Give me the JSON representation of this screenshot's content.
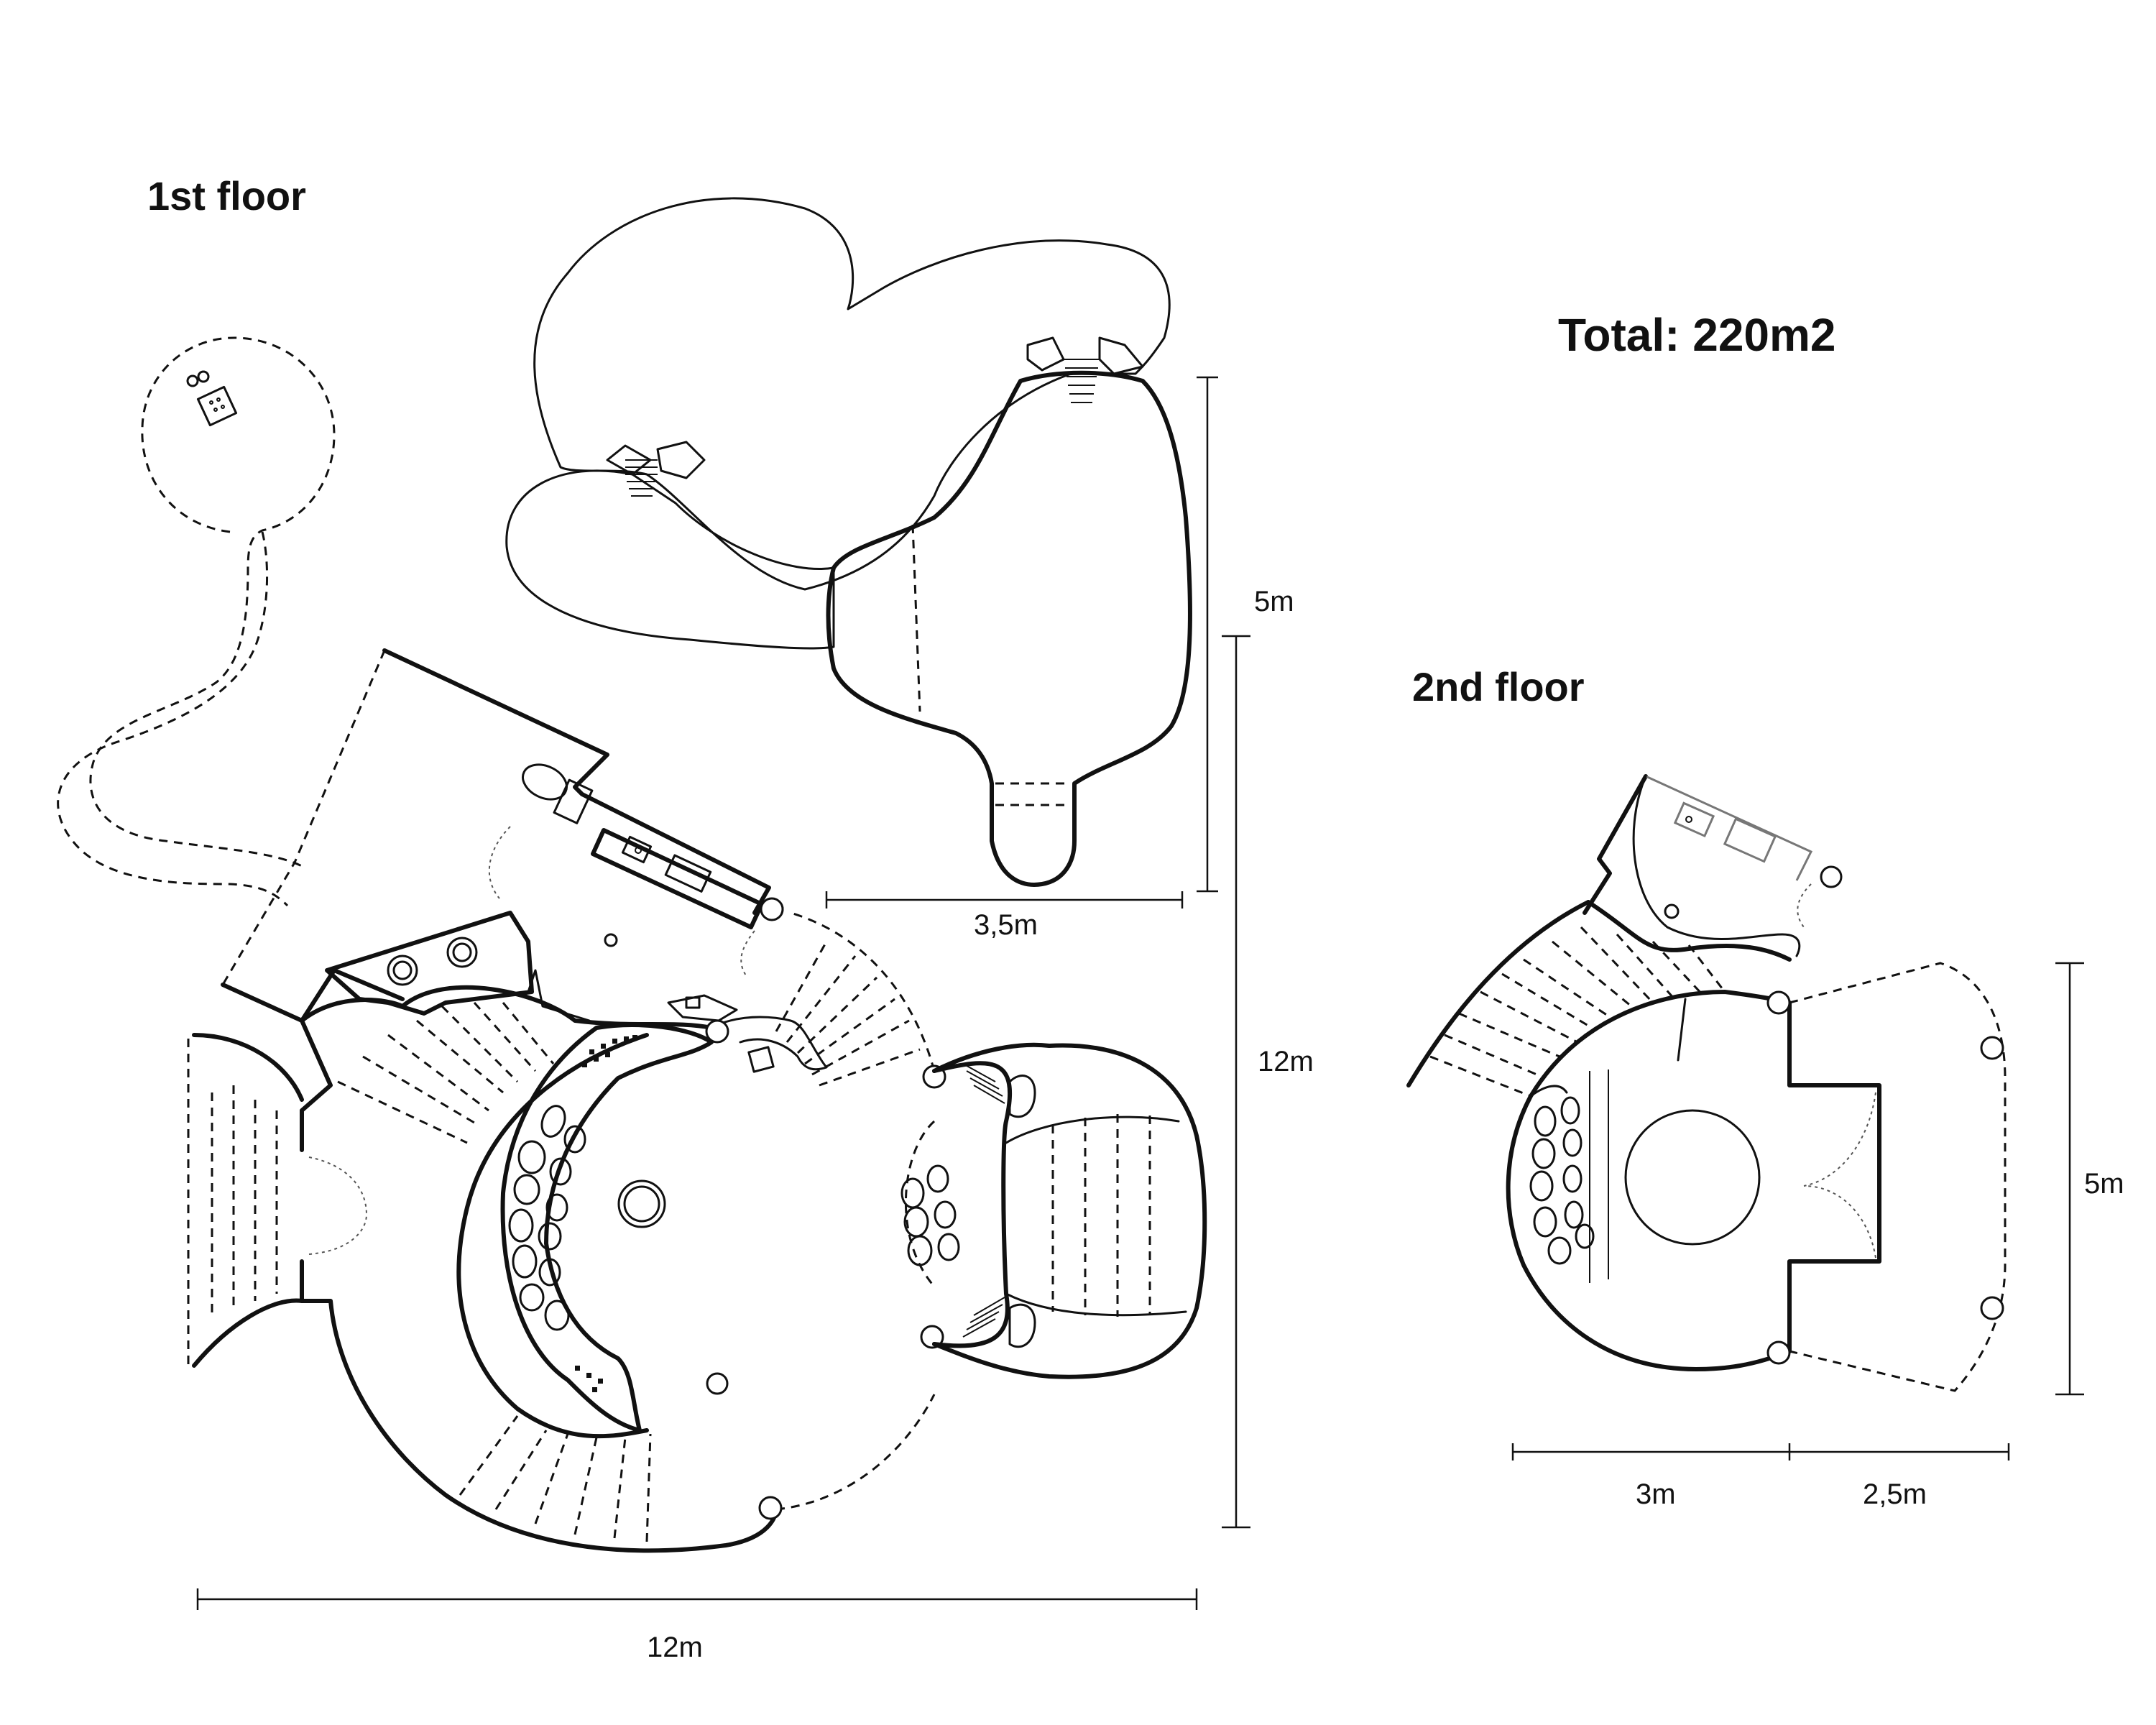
{
  "labels": {
    "first_floor": "1st floor",
    "second_floor": "2nd floor",
    "total": "Total: 220m2"
  },
  "dimensions": {
    "first_floor_width": "12m",
    "first_floor_height": "12m",
    "pod_height": "5m",
    "pod_width": "3,5m",
    "second_floor_height": "5m",
    "second_floor_width_a": "3m",
    "second_floor_width_b": "2,5m"
  }
}
